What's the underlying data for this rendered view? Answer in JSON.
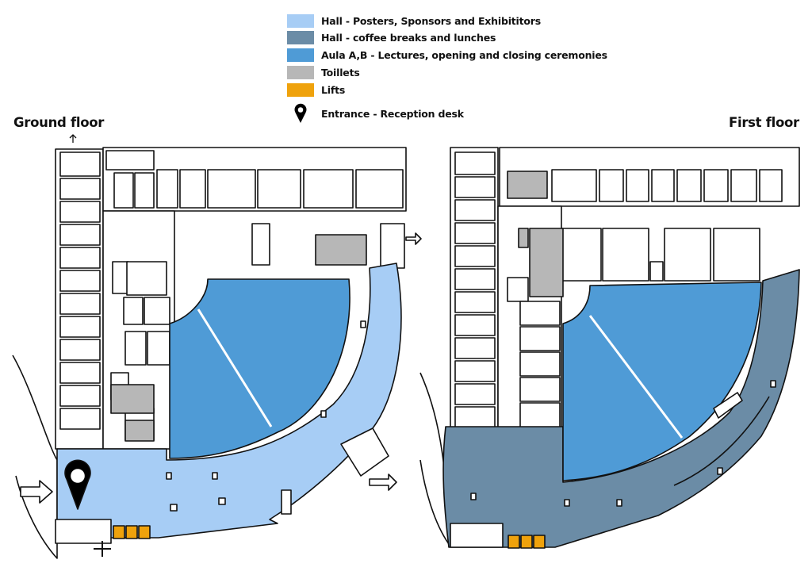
{
  "legend": {
    "items": [
      {
        "label": "Hall - Posters, Sponsors and Exhibititors",
        "color": "#a7cdf5"
      },
      {
        "label": "Hall - coffee breaks and lunches",
        "color": "#6b8ca6"
      },
      {
        "label": "Aula A,B - Lectures, opening and closing ceremonies",
        "color": "#4f9bd6"
      },
      {
        "label": "Toillets",
        "color": "#b7b7b7"
      },
      {
        "label": "Lifts",
        "color": "#efa20c"
      }
    ],
    "entrance_label": "Entrance - Reception desk",
    "entrance_icon": "map-pin-icon"
  },
  "floors": {
    "ground": {
      "title": "Ground floor"
    },
    "first": {
      "title": "First  floor"
    }
  },
  "colors": {
    "wall": "#111111",
    "room": "#ffffff"
  }
}
